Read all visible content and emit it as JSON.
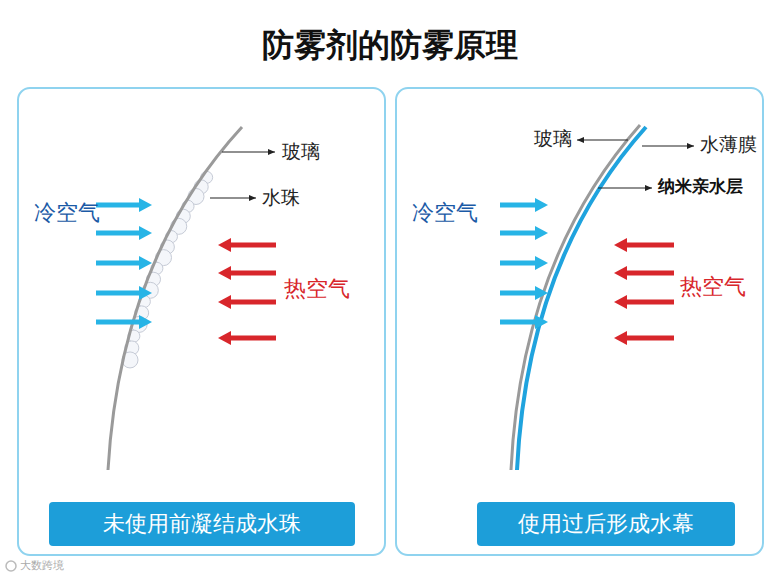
{
  "diagram": {
    "title": "防雾剂的防雾原理",
    "nodes": [
      {
        "text": [
          "未使用前凝结成水珠"
        ]
      },
      {
        "text": [
          "使用过后形成水幕"
        ]
      }
    ],
    "labels": [
      "玻璃",
      "水珠",
      "冷空气",
      "热空气",
      "玻璃",
      "水薄膜",
      "纳米亲水层",
      "冷空气",
      "热空气",
      "大数跨境"
    ]
  }
}
